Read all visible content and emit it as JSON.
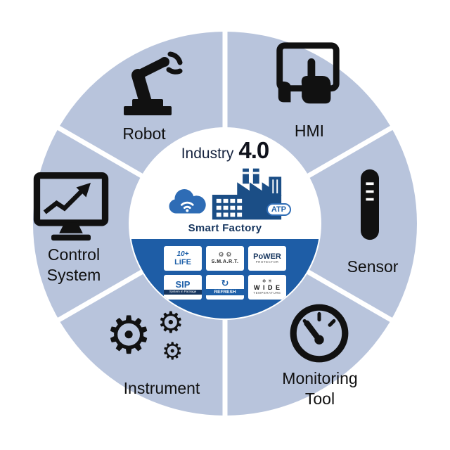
{
  "center": {
    "industry_label": "Industry",
    "version": "4.0",
    "smart_factory": "Smart Factory",
    "atp_badge": "ATP",
    "badges": [
      {
        "line1": "10+",
        "line2": "LiFE"
      },
      {
        "icon": "⚙ ⚙",
        "line1": "S.M.A.R.T."
      },
      {
        "line1": "PoWER",
        "line2": "PROTECTOR"
      },
      {
        "line1": "SIP",
        "line2": "System in Package"
      },
      {
        "icon": "↻",
        "line1": "REFRESH"
      },
      {
        "icon": "❄ ☀",
        "line1": "W I D E",
        "line2": "TEMPERATURE"
      }
    ]
  },
  "sectors": [
    {
      "label": "Robot"
    },
    {
      "label": "HMI"
    },
    {
      "label": "Sensor"
    },
    {
      "label": "Monitoring",
      "label2": "Tool"
    },
    {
      "label": "Instrument"
    },
    {
      "label": "Control",
      "label2": "System"
    }
  ],
  "colors": {
    "ring": "#b8c4dc",
    "band": "#1e5da6",
    "cloud": "#2e6cb5",
    "factory": "#1b4e86",
    "icon": "#111111"
  }
}
